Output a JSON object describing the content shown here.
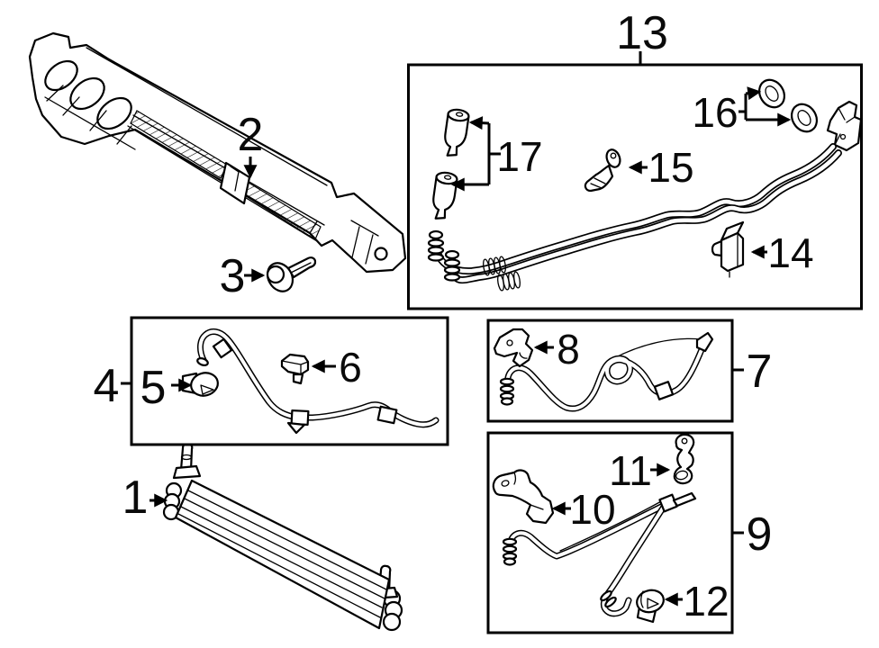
{
  "diagram": {
    "kind": "automotive-parts-line-diagram",
    "background_color": "#ffffff",
    "line_color": "#000000",
    "callout_box_fill": "#ffffff",
    "callout_box_labels": [
      "4",
      "7",
      "9",
      "13"
    ],
    "callout_count": 17
  },
  "callouts": {
    "p1": "1",
    "p2": "2",
    "p3": "3",
    "p4": "4",
    "p5": "5",
    "p6": "6",
    "p7": "7",
    "p8": "8",
    "p9": "9",
    "p10": "10",
    "p11": "11",
    "p12": "12",
    "p13": "13",
    "p14": "14",
    "p15": "15",
    "p16": "16",
    "p17": "17"
  }
}
